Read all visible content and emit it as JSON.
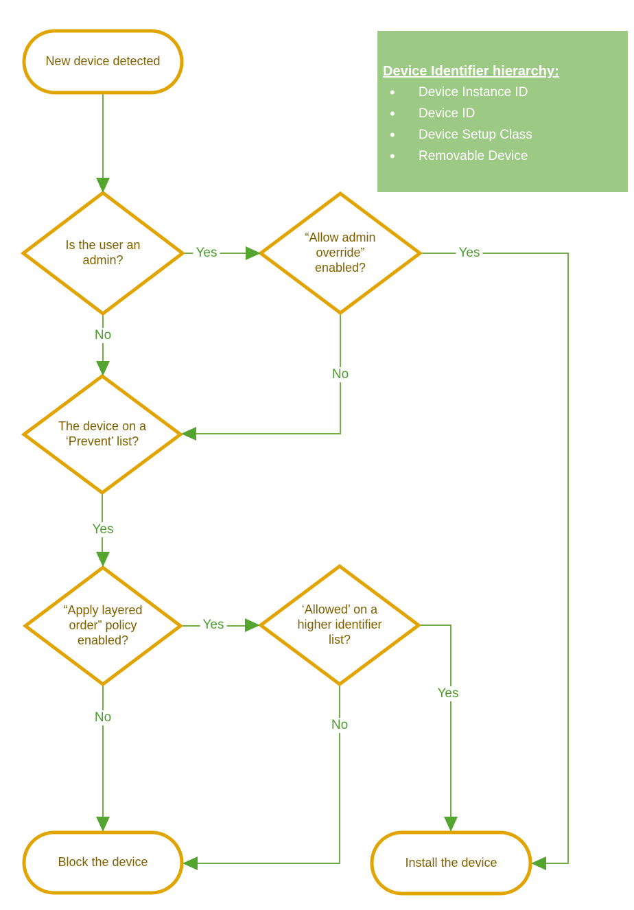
{
  "colors": {
    "shape_border": "#E0A403",
    "node_text": "#7F6000",
    "line_green": "#72AC44",
    "arrow_green": "#54A52F",
    "label_green": "#4E9C31",
    "info_box_bg": "#9CC984",
    "info_text": "#FFFFFF"
  },
  "nodes": {
    "start": {
      "label": "New device detected"
    },
    "admin": {
      "label": "Is the user an admin?"
    },
    "override": {
      "label": "“Allow admin override” enabled?"
    },
    "prevent": {
      "label": "The device on a ‘Prevent’ list?"
    },
    "layered": {
      "label": "“Apply layered order” policy enabled?"
    },
    "allowed": {
      "label": "‘Allowed’ on a higher identifier list?"
    },
    "block": {
      "label": "Block the device"
    },
    "install": {
      "label": "Install the device"
    }
  },
  "edge_labels": {
    "admin_yes": "Yes",
    "override_yes": "Yes",
    "admin_no": "No",
    "override_no": "No",
    "prevent_yes": "Yes",
    "layered_yes": "Yes",
    "allowed_yes": "Yes",
    "layered_no": "No",
    "allowed_no": "No"
  },
  "info_box": {
    "title": "Device Identifier hierarchy:",
    "items": [
      "Device Instance ID",
      "Device ID",
      "Device Setup Class",
      "Removable Device"
    ]
  }
}
